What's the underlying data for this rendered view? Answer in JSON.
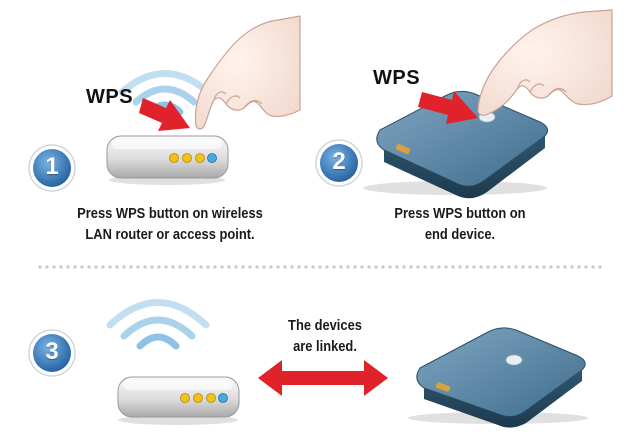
{
  "steps": [
    {
      "number": "1",
      "button_tag": "WPS",
      "line1": "Press WPS button on wireless",
      "line2": "LAN router or access point."
    },
    {
      "number": "2",
      "button_tag": "WPS",
      "line1": "Press WPS button on",
      "line2": "end device."
    },
    {
      "number": "3",
      "line1": "The devices",
      "line2": "are linked."
    }
  ],
  "icons": {
    "router": "wireless-router-icon",
    "device": "end-device-icon",
    "hand": "pointing-hand-icon",
    "signal": "wifi-signal-icon",
    "arrow_press": "red-arrow-icon",
    "arrow_link": "double-arrow-icon"
  },
  "colors": {
    "arrow_red": "#e0232a",
    "badge_blue": "#2f6fb0",
    "device_blue": "#3f6d8c",
    "signal_blue": "#8fc3e6",
    "led_yellow": "#f2c21b",
    "led_blue": "#4aa8e0",
    "divider": "#c8c8c8"
  }
}
